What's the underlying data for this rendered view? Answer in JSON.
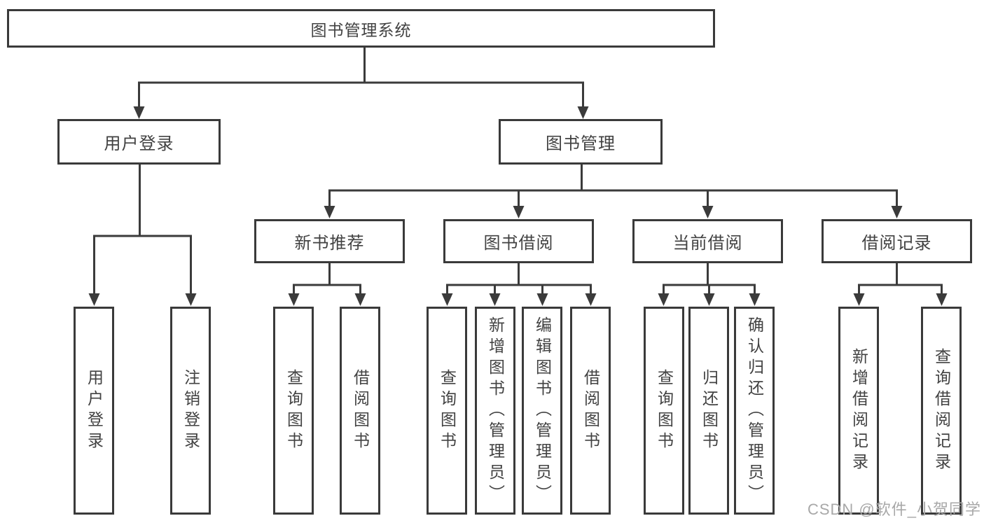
{
  "diagram": {
    "watermark": "CSDN @软件_小贺同学",
    "colors": {
      "line": "#3b3b3b",
      "border": "#3a3a3a",
      "text": "#424242",
      "watermark_text": "#a8a8a8",
      "background": "#ffffff"
    },
    "nodes": {
      "root": {
        "label": "图书管理系统"
      },
      "user_login": {
        "label": "用户登录"
      },
      "book_mgmt": {
        "label": "图书管理"
      },
      "new_book_rec": {
        "label": "新书推荐"
      },
      "book_borrow": {
        "label": "图书借阅"
      },
      "current_borrow": {
        "label": "当前借阅"
      },
      "borrow_records": {
        "label": "借阅记录"
      },
      "leaf_user_login": {
        "label": "用户登录"
      },
      "leaf_logout": {
        "label": "注销登录"
      },
      "leaf_query_book_rec": {
        "label": "查询图书"
      },
      "leaf_borrow_book_rec": {
        "label": "借阅图书"
      },
      "leaf_query_book_borrow": {
        "label": "查询图书"
      },
      "leaf_add_book": {
        "label": "新增图书（管理员）"
      },
      "leaf_edit_book": {
        "label": "编辑图书（管理员）"
      },
      "leaf_borrow_book_borrow": {
        "label": "借阅图书"
      },
      "leaf_query_book_current": {
        "label": "查询图书"
      },
      "leaf_return_book": {
        "label": "归还图书"
      },
      "leaf_confirm_return": {
        "label": "确认归还（管理员）"
      },
      "leaf_add_borrow_record": {
        "label": "新增借阅记录"
      },
      "leaf_query_borrow_record": {
        "label": "查询借阅记录"
      }
    }
  }
}
